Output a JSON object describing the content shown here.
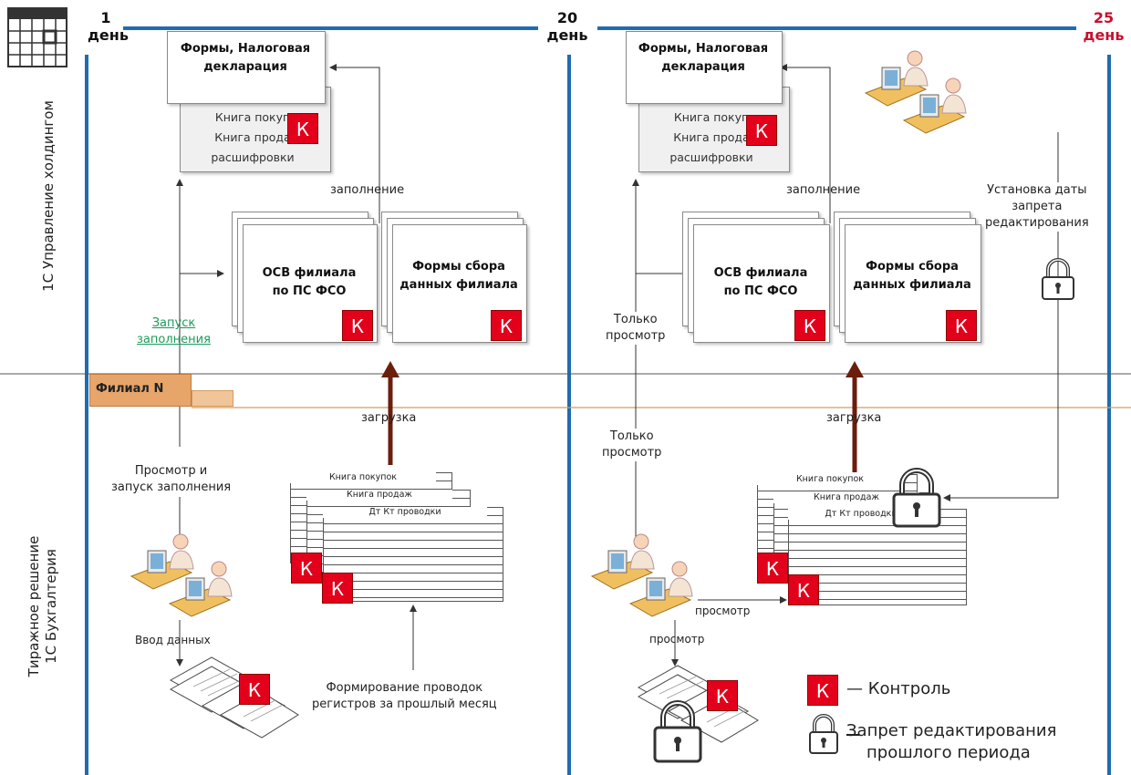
{
  "timeline": {
    "day1": {
      "number": "1",
      "unit": "день"
    },
    "day20": {
      "number": "20",
      "unit": "день"
    },
    "day25": {
      "number": "25",
      "unit": "день",
      "color": "#c8102e"
    },
    "line_color": "#1f6cb0"
  },
  "lanes": {
    "top": "1С Управление холдингом",
    "bottom_line1": "Тиражное решение",
    "bottom_line2": "1С Бухгалтерия"
  },
  "branch_tab": "Филиал N",
  "left": {
    "forms_title_line1": "Формы, Налоговая",
    "forms_title_line2": "декларация",
    "books_line1": "Книга покуп",
    "books_line2": "Книга прода",
    "books_line3": "расшифровки",
    "fill_label": "заполнение",
    "osv_line1": "ОСВ филиала",
    "osv_line2": "по ПС ФСО",
    "forms_collect_line1": "Формы сбора",
    "forms_collect_line2": "данных филиала",
    "launch_line1": "Запуск",
    "launch_line2": "заполнения",
    "load_label": "загрузка",
    "view_launch_line1": "Просмотр и",
    "view_launch_line2": "запуск заполнения",
    "ledger1": "Книга покупок",
    "ledger2": "Книга продаж",
    "ledger3": "Дт Кт проводки",
    "data_entry": "Ввод данных",
    "postings_line1": "Формирование проводок",
    "postings_line2": "регистров за прошлый месяц"
  },
  "right": {
    "forms_title_line1": "Формы, Налоговая",
    "forms_title_line2": "декларация",
    "books_line1": "Книга покуп",
    "books_line2": "Книга прода",
    "books_line3": "расшифровки",
    "fill_label": "заполнение",
    "osv_line1": "ОСВ филиала",
    "osv_line2": "по ПС ФСО",
    "forms_collect_line1": "Формы сбора",
    "forms_collect_line2": "данных филиала",
    "view_only_top_line1": "Только",
    "view_only_top_line2": "просмотр",
    "view_only_bottom_line1": "Только",
    "view_only_bottom_line2": "просмотр",
    "load_label": "загрузка",
    "lock_date_line1": "Установка даты",
    "lock_date_line2": "запрета",
    "lock_date_line3": "редактирования",
    "ledger1": "Книга покупок",
    "ledger2": "Книга продаж",
    "ledger3": "Дт Кт проводки",
    "view1": "просмотр",
    "view2": "просмотр"
  },
  "control_letter": "К",
  "legend": {
    "control": "— Контроль",
    "lock_line1": "Запрет редактирования",
    "lock_line2": "прошлого периода"
  },
  "icons": [
    "calendar-icon",
    "person-at-desk-icon",
    "padlock-icon",
    "document-stack-icon"
  ]
}
